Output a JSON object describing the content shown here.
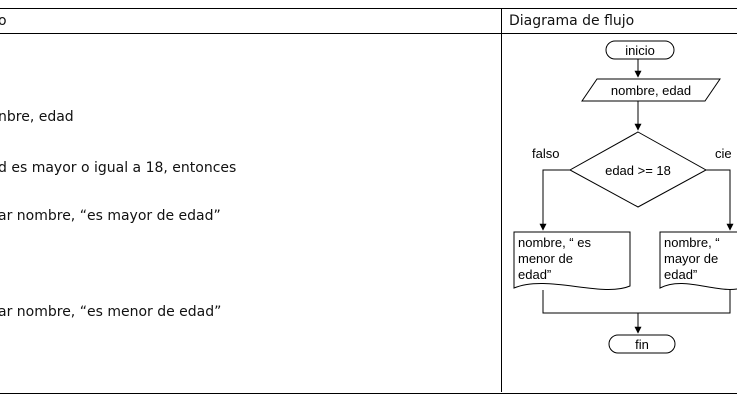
{
  "table": {
    "left_header": "o",
    "right_header": "Diagrama de flujo"
  },
  "pseudocode": {
    "lines": [
      "nbre, edad",
      "d es mayor o igual a 18, entonces",
      "ar nombre, “es mayor de edad”",
      "ar nombre, “es menor de edad”"
    ]
  },
  "flowchart": {
    "start": "inicio",
    "input": "nombre, edad",
    "decision": "edad >= 18",
    "false_label": "falso",
    "true_label": "cie",
    "false_output": [
      "nombre, “ es",
      "menor de",
      "edad”"
    ],
    "true_output": [
      "nombre, “",
      "mayor de",
      "edad”"
    ],
    "end": "fin"
  }
}
